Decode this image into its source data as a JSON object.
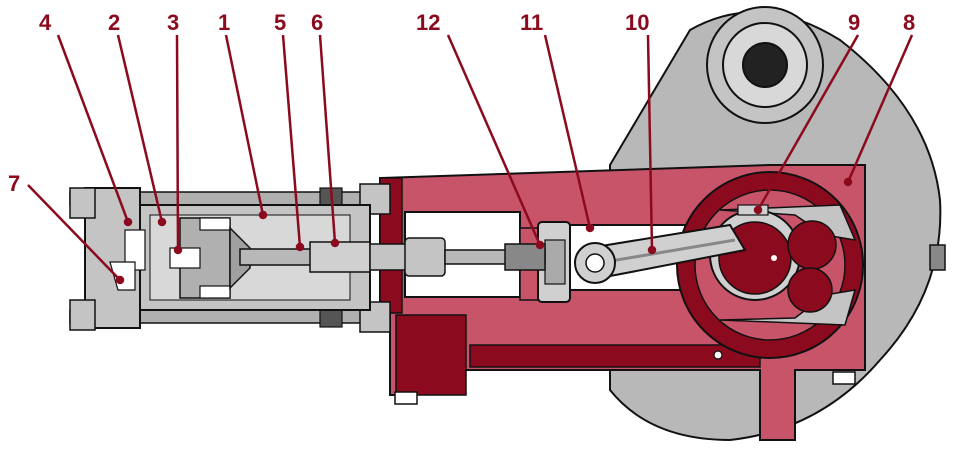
{
  "colors": {
    "accent_red": "#8b0a1e",
    "frame_pink": "#c8546a",
    "frame_dark": "#8b0a1e",
    "steel_gray": "#a9a9a9",
    "steel_light": "#d6d6d6",
    "housing_gray": "#b8b8b8",
    "outline": "#111111"
  },
  "callouts": [
    {
      "id": "1",
      "label": "1"
    },
    {
      "id": "2",
      "label": "2"
    },
    {
      "id": "3",
      "label": "3"
    },
    {
      "id": "4",
      "label": "4"
    },
    {
      "id": "5",
      "label": "5"
    },
    {
      "id": "6",
      "label": "6"
    },
    {
      "id": "7",
      "label": "7"
    },
    {
      "id": "8",
      "label": "8"
    },
    {
      "id": "9",
      "label": "9"
    },
    {
      "id": "10",
      "label": "10"
    },
    {
      "id": "11",
      "label": "11"
    },
    {
      "id": "12",
      "label": "12"
    }
  ]
}
